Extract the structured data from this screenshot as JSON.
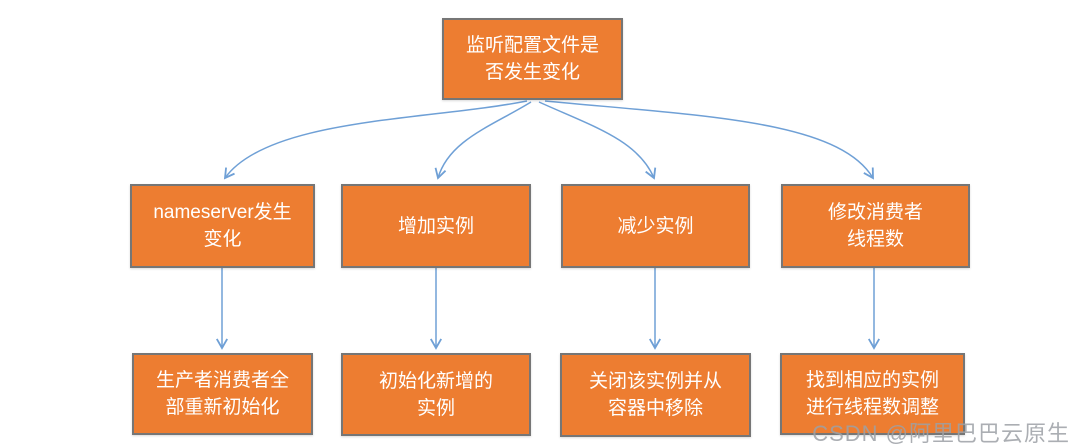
{
  "colors": {
    "box_fill": "#ED7D31",
    "box_border": "#767676",
    "box_text": "#FFFFFF",
    "arrow": "#6FA0D6",
    "watermark_text_color": "#9DA1A6",
    "background": "#FFFFFF"
  },
  "root": {
    "label": "监听配置文件是\n否发生变化"
  },
  "branches": [
    {
      "label": "nameserver发生\n变化",
      "result": "生产者消费者全\n部重新初始化"
    },
    {
      "label": "增加实例",
      "result": "初始化新增的\n实例"
    },
    {
      "label": "减少实例",
      "result": "关闭该实例并从\n容器中移除"
    },
    {
      "label": "修改消费者\n线程数",
      "result": "找到相应的实例\n进行线程数调整"
    }
  ],
  "watermark": "CSDN @阿里巴巴云原生"
}
